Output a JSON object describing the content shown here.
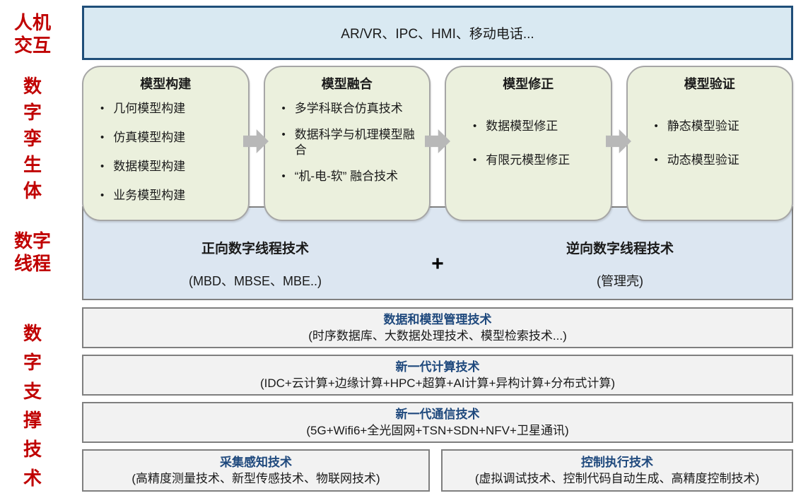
{
  "colors": {
    "side_label_red": "#c00000",
    "hmi_bar_fill": "#d9e9f2",
    "hmi_bar_border": "#1f4e79",
    "model_box_fill": "#ebf0dd",
    "model_box_border": "#a6a6a6",
    "arrow_gray": "#b8b8b8",
    "thread_band_fill": "#dce6f1",
    "support_row_fill": "#f2f2f2",
    "support_row_border": "#7f7f7f",
    "support_title_blue": "#1f497d"
  },
  "side_labels": [
    {
      "name": "人机交互",
      "lines": [
        "人机",
        "交互"
      ]
    },
    {
      "name": "数字孪生体",
      "lines": [
        "数",
        "字",
        "孪",
        "生",
        "体"
      ]
    },
    {
      "name": "数字线程",
      "lines": [
        "数字",
        "线程"
      ]
    },
    {
      "name": "数字支撑技术",
      "lines": [
        "数",
        "字",
        "支",
        "撑",
        "技",
        "术"
      ]
    }
  ],
  "top_bar": {
    "text": "AR/VR、IPC、HMI、移动电话..."
  },
  "model_boxes": [
    {
      "title": "模型构建",
      "bullets": [
        "几何模型构建",
        "仿真模型构建",
        "数据模型构建",
        "业务模型构建"
      ]
    },
    {
      "title": "模型融合",
      "bullets": [
        "多学科联合仿真技术",
        "数据科学与机理模型融合",
        "“机-电-软” 融合技术"
      ]
    },
    {
      "title": "模型修正",
      "bullets": [
        "数据模型修正",
        "有限元模型修正"
      ]
    },
    {
      "title": "模型验证",
      "bullets": [
        "静态模型验证",
        "动态模型验证"
      ]
    }
  ],
  "thread_band": {
    "left_title": "正向数字线程技术",
    "left_sub": "(MBD、MBSE、MBE..)",
    "plus": "+",
    "right_title": "逆向数字线程技术",
    "right_sub": "(管理壳)"
  },
  "support_rows": [
    {
      "title": "数据和模型管理技术",
      "sub": "(时序数据库、大数据处理技术、模型检索技术...)"
    },
    {
      "title": "新一代计算技术",
      "sub": "(IDC+云计算+边缘计算+HPC+超算+AI计算+异构计算+分布式计算)"
    },
    {
      "title": "新一代通信技术",
      "sub": "(5G+Wifi6+全光固网+TSN+SDN+NFV+卫星通讯)"
    }
  ],
  "support_pair": [
    {
      "title": "采集感知技术",
      "sub": "(高精度测量技术、新型传感技术、物联网技术)"
    },
    {
      "title": "控制执行技术",
      "sub": "(虚拟调试技术、控制代码自动生成、高精度控制技术)"
    }
  ]
}
